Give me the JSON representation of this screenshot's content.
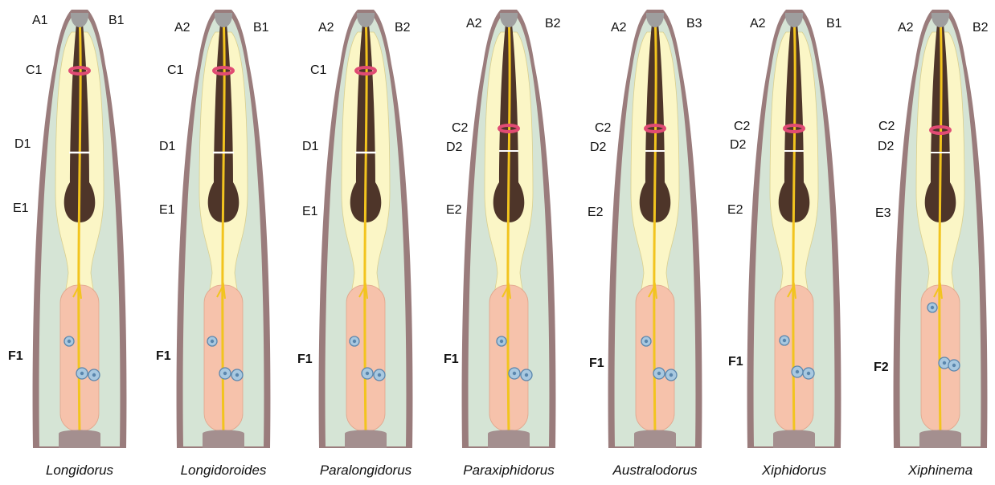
{
  "specimens": [
    {
      "genus": "Longidorus",
      "head": "A1",
      "amphid": "B1",
      "guide": "C1",
      "junction": "D1",
      "bulb": "E1",
      "ovary": "F1",
      "pos": "c1",
      "merged": false
    },
    {
      "genus": "Longidoroides",
      "head": "A2",
      "amphid": "B1",
      "guide": "C1",
      "junction": "D1",
      "bulb": "E1",
      "ovary": "F1",
      "pos": "c2",
      "merged": false
    },
    {
      "genus": "Paralongidorus",
      "head": "A2",
      "amphid": "B2",
      "guide": "C1",
      "junction": "D1",
      "bulb": "E1",
      "ovary": "F1",
      "pos": "c3",
      "merged": false
    },
    {
      "genus": "Paraxiphidorus",
      "head": "A2",
      "amphid": "B2",
      "guide": "C2",
      "junction": "D2",
      "bulb": "E2",
      "ovary": "F1",
      "pos": "c4",
      "merged": true
    },
    {
      "genus": "Australodorus",
      "head": "A2",
      "amphid": "B3",
      "guide": "C2",
      "junction": "D2",
      "bulb": "E2",
      "ovary": "F1",
      "pos": "c5",
      "merged": true
    },
    {
      "genus": "Xiphidorus",
      "head": "A2",
      "amphid": "B1",
      "guide": "C2",
      "junction": "D2",
      "bulb": "E2",
      "ovary": "F1",
      "pos": "c6",
      "merged": true
    },
    {
      "genus": "Xiphinema",
      "head": "A2",
      "amphid": "B2",
      "guide": "C2",
      "junction": "D2",
      "bulb": "E3",
      "ovary": "F2",
      "pos": "c7",
      "merged": true
    }
  ],
  "colors": {
    "cuticle": "#9a7c7c",
    "body": "#d5e4d5",
    "pharynx": "#fbf6c6",
    "stylet": "#4e3529",
    "nerve": "#f2c41e",
    "guide_ring": "#e04b73",
    "ovary": "#f6c2ab",
    "nucleus": "#a8c8e0",
    "lip": "#9e9e9e",
    "base": "#a48f8f"
  }
}
